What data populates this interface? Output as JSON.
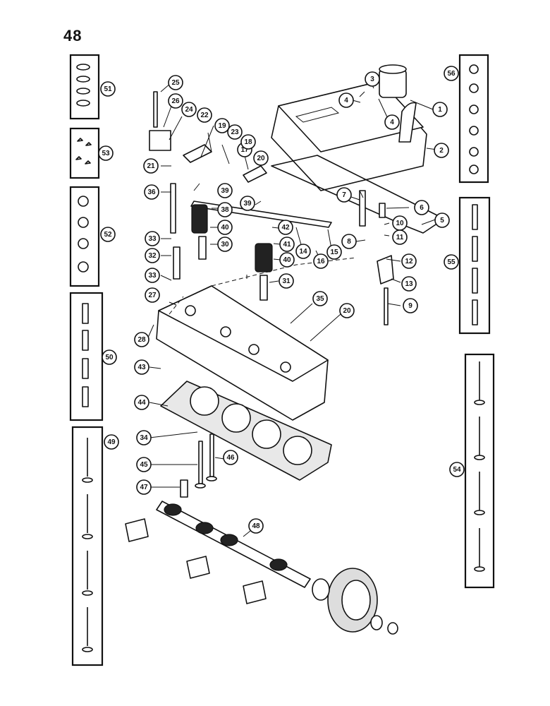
{
  "page": {
    "number": "48"
  },
  "callouts": [
    {
      "id": "c1",
      "label": "1"
    },
    {
      "id": "c2",
      "label": "2"
    },
    {
      "id": "c3",
      "label": "3"
    },
    {
      "id": "c4a",
      "label": "4"
    },
    {
      "id": "c4b",
      "label": "4"
    },
    {
      "id": "c5",
      "label": "5"
    },
    {
      "id": "c6",
      "label": "6"
    },
    {
      "id": "c7",
      "label": "7"
    },
    {
      "id": "c8",
      "label": "8"
    },
    {
      "id": "c9",
      "label": "9"
    },
    {
      "id": "c10",
      "label": "10"
    },
    {
      "id": "c11",
      "label": "11"
    },
    {
      "id": "c12",
      "label": "12"
    },
    {
      "id": "c13",
      "label": "13"
    },
    {
      "id": "c14",
      "label": "14"
    },
    {
      "id": "c15",
      "label": "15"
    },
    {
      "id": "c16",
      "label": "16"
    },
    {
      "id": "c17",
      "label": "17"
    },
    {
      "id": "c18",
      "label": "18"
    },
    {
      "id": "c19",
      "label": "19"
    },
    {
      "id": "c20a",
      "label": "20"
    },
    {
      "id": "c20b",
      "label": "20"
    },
    {
      "id": "c21",
      "label": "21"
    },
    {
      "id": "c22",
      "label": "22"
    },
    {
      "id": "c23",
      "label": "23"
    },
    {
      "id": "c24",
      "label": "24"
    },
    {
      "id": "c25",
      "label": "25"
    },
    {
      "id": "c26",
      "label": "26"
    },
    {
      "id": "c27",
      "label": "27"
    },
    {
      "id": "c28",
      "label": "28"
    },
    {
      "id": "c30",
      "label": "30"
    },
    {
      "id": "c31",
      "label": "31"
    },
    {
      "id": "c32",
      "label": "32"
    },
    {
      "id": "c33a",
      "label": "33"
    },
    {
      "id": "c33b",
      "label": "33"
    },
    {
      "id": "c34",
      "label": "34"
    },
    {
      "id": "c35",
      "label": "35"
    },
    {
      "id": "c36",
      "label": "36"
    },
    {
      "id": "c38",
      "label": "38"
    },
    {
      "id": "c39a",
      "label": "39"
    },
    {
      "id": "c39b",
      "label": "39"
    },
    {
      "id": "c40a",
      "label": "40"
    },
    {
      "id": "c40b",
      "label": "40"
    },
    {
      "id": "c41",
      "label": "41"
    },
    {
      "id": "c42",
      "label": "42"
    },
    {
      "id": "c43",
      "label": "43"
    },
    {
      "id": "c44",
      "label": "44"
    },
    {
      "id": "c45",
      "label": "45"
    },
    {
      "id": "c46",
      "label": "46"
    },
    {
      "id": "c47",
      "label": "47"
    },
    {
      "id": "c48",
      "label": "48"
    },
    {
      "id": "c49",
      "label": "49"
    },
    {
      "id": "c50",
      "label": "50"
    },
    {
      "id": "c51",
      "label": "51"
    },
    {
      "id": "c52",
      "label": "52"
    },
    {
      "id": "c53",
      "label": "53"
    },
    {
      "id": "c54",
      "label": "54"
    },
    {
      "id": "c55",
      "label": "55"
    },
    {
      "id": "c56",
      "label": "56"
    }
  ]
}
